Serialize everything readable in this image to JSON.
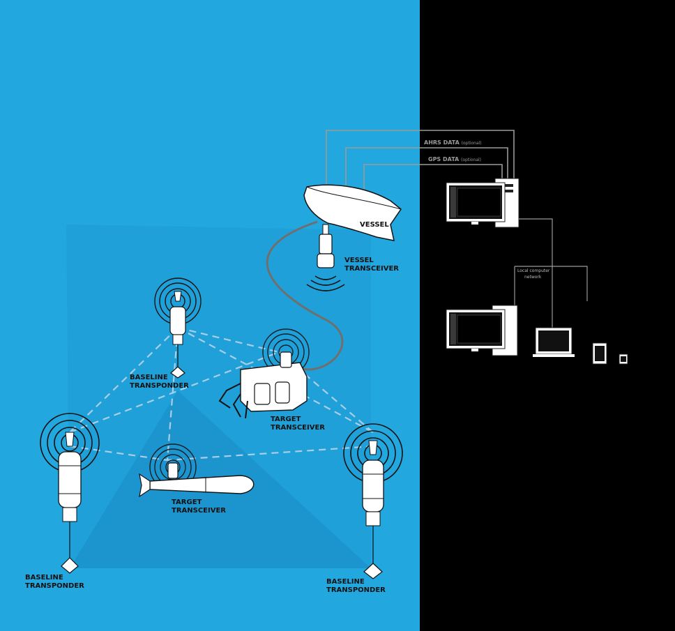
{
  "colors": {
    "water": "#22a7df",
    "panel": "#000000",
    "cable": "#7a7a7a",
    "line": "#9a9a9a"
  },
  "labels": {
    "vessel": "VESSEL",
    "vessel_transceiver_1": "VESSEL",
    "vessel_transceiver_2": "TRANSCEIVER",
    "bt_top_1": "BASELINE",
    "bt_top_2": "TRANSPONDER",
    "bt_left_1": "BASELINE",
    "bt_left_2": "TRANSPONDER",
    "bt_right_1": "BASELINE",
    "bt_right_2": "TRANSPONDER",
    "rov_tt_1": "TARGET",
    "rov_tt_2": "TRANSCEIVER",
    "auv_tt_1": "TARGET",
    "auv_tt_2": "TRANSCEIVER"
  },
  "data_links": {
    "ahrs_main": "AHRS DATA",
    "ahrs_sub": "(optional)",
    "gps_main": "GPS DATA",
    "gps_sub": "(optional)"
  },
  "network": {
    "label_1": "Local computer",
    "label_2": "network"
  },
  "icons": [
    "transducer-icon",
    "ship-icon",
    "rov-icon",
    "auv-icon",
    "monitor-icon",
    "computer-tower-icon",
    "laptop-icon",
    "tablet-icon",
    "signal-rings-icon"
  ]
}
